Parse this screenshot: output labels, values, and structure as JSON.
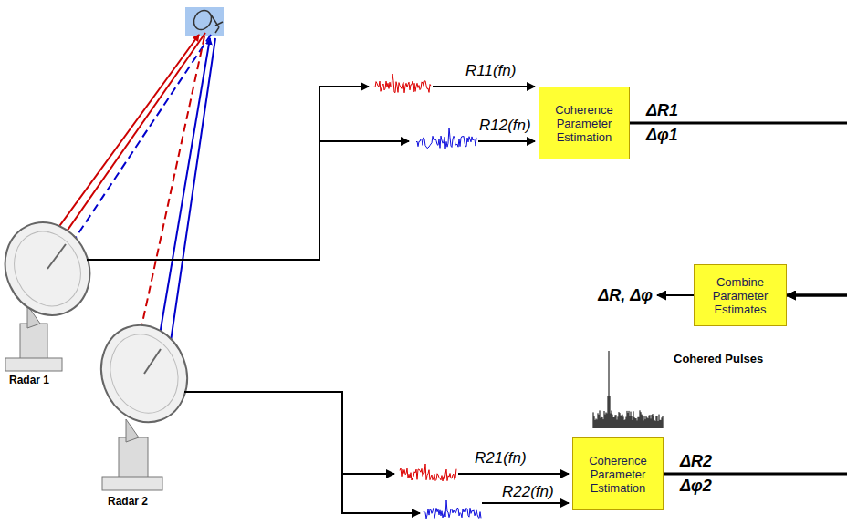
{
  "diagram": {
    "nodes": [
      {
        "text": [
          "Coherence Parameter Estimation"
        ]
      },
      {
        "text": [
          "Combine Parameter Estimates"
        ]
      },
      {
        "text": [
          "Coherence Parameter Estimation"
        ]
      }
    ],
    "edges": [
      {
        "from": 0,
        "to": 1,
        "arrow": "to"
      },
      {
        "from": 2,
        "to": 1,
        "arrow": "to"
      }
    ],
    "labels": [
      "R11(fn)",
      "R12(fn)",
      "ΔR1",
      "Δφ1",
      "ΔR, Δφ",
      "Cohered Pulses",
      "R21(fn)",
      "R22(fn)",
      "ΔR2",
      "Δφ2",
      "Radar 1",
      "Radar 2"
    ]
  }
}
